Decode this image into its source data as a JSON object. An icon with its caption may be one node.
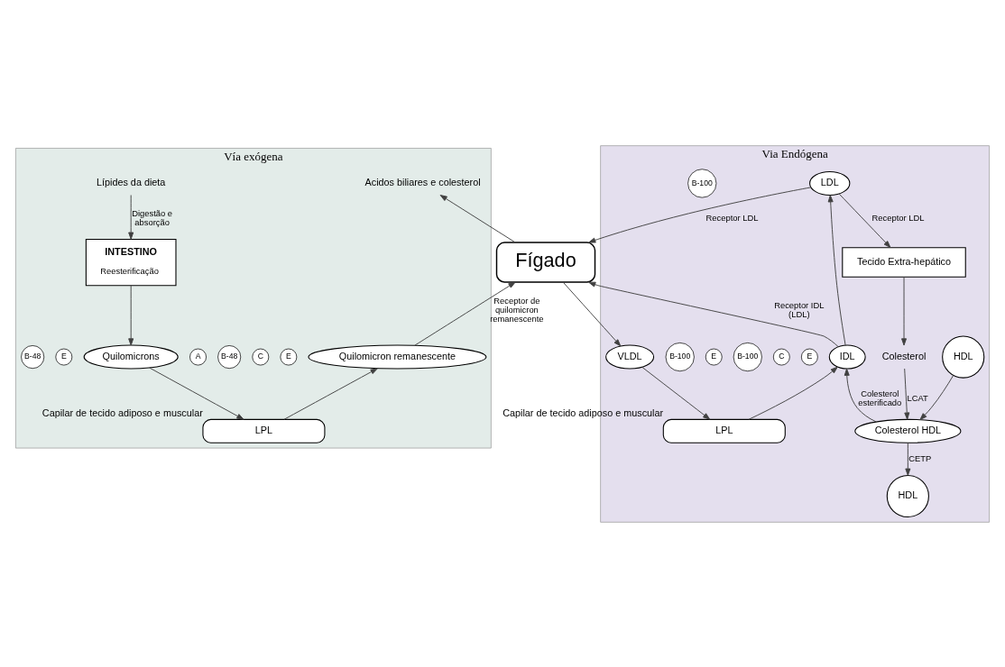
{
  "diagram": {
    "nodes": [
      {
        "text": [
          "Vía exógena"
        ]
      },
      {
        "text": [
          "Via Endógena"
        ]
      },
      {
        "text": [
          "Lípides da dieta"
        ],
        "in": 0
      },
      {
        "text": [
          "Acidos biliares e colesterol"
        ],
        "in": 0
      },
      {
        "text": [
          "INTESTINO",
          "Reesterificação"
        ],
        "in": 0
      },
      {
        "text": [
          "Quilomicrons"
        ],
        "in": 0
      },
      {
        "text": [
          "E"
        ],
        "in": 0
      },
      {
        "text": [
          "C"
        ],
        "in": 0
      },
      {
        "text": [
          "B-48"
        ],
        "in": 0
      },
      {
        "text": [
          "A"
        ],
        "in": 0
      },
      {
        "text": [
          "Quilomicron remanescente"
        ],
        "in": 0
      },
      {
        "text": [
          "E"
        ],
        "in": 0
      },
      {
        "text": [
          "B-48"
        ],
        "in": 0
      },
      {
        "text": [
          "LPL"
        ],
        "beside": [
          "Capilar de tecido adiposo e muscular"
        ],
        "in": 0
      },
      {
        "text": [
          "Fígado"
        ]
      },
      {
        "text": [
          "LDL"
        ],
        "in": 1
      },
      {
        "text": [
          "B-100"
        ],
        "in": 1
      },
      {
        "text": [
          "Tecido Extra-hepático"
        ],
        "in": 1
      },
      {
        "text": [
          "VLDL"
        ],
        "in": 1
      },
      {
        "text": [
          "E"
        ],
        "in": 1
      },
      {
        "text": [
          "C"
        ],
        "in": 1
      },
      {
        "text": [
          "B-100"
        ],
        "in": 1
      },
      {
        "text": [
          "IDL"
        ],
        "in": 1
      },
      {
        "text": [
          "E"
        ],
        "in": 1
      },
      {
        "text": [
          "B-100"
        ],
        "in": 1
      },
      {
        "text": [
          "LPL"
        ],
        "beside": [
          "Capilar de tecido adiposo e muscular"
        ],
        "in": 1
      },
      {
        "text": [
          "Colesterol"
        ],
        "in": 1
      },
      {
        "text": [
          "HDL"
        ],
        "in": 1
      },
      {
        "text": [
          "Colesterol HDL"
        ],
        "in": 1
      },
      {
        "text": [
          "HDL"
        ],
        "in": 1
      }
    ],
    "edges": [
      {
        "from": 2,
        "to": 4,
        "arrow": "to",
        "label": "Digestão e absorção"
      },
      {
        "from": 14,
        "to": 3,
        "arrow": "to"
      },
      {
        "from": 4,
        "to": 5,
        "arrow": "to"
      },
      {
        "from": 5,
        "to": 13,
        "arrow": "to"
      },
      {
        "from": 13,
        "to": 10,
        "arrow": "to"
      },
      {
        "from": 10,
        "to": 14,
        "arrow": "to",
        "label": "Receptor de quilomicron remanescente"
      },
      {
        "from": 14,
        "to": 18,
        "arrow": "to"
      },
      {
        "from": 18,
        "to": 25,
        "arrow": "to"
      },
      {
        "from": 25,
        "to": 22,
        "arrow": "to"
      },
      {
        "from": 22,
        "to": 14,
        "arrow": "to",
        "label": "Receptor IDL (LDL)"
      },
      {
        "from": 22,
        "to": 15,
        "arrow": "to"
      },
      {
        "from": 15,
        "to": 14,
        "arrow": "to",
        "label": "Receptor LDL"
      },
      {
        "from": 15,
        "to": 17,
        "arrow": "to",
        "label": "Receptor LDL"
      },
      {
        "from": 17,
        "to": 26,
        "arrow": "to"
      },
      {
        "from": 26,
        "to": 28,
        "arrow": "to",
        "label": "LCAT"
      },
      {
        "from": 27,
        "to": 28,
        "arrow": "to"
      },
      {
        "from": 28,
        "to": 29,
        "arrow": "to",
        "label": "CETP"
      },
      {
        "from": 28,
        "to": 22,
        "arrow": "to",
        "label": "Colesterol esterificado"
      }
    ]
  }
}
